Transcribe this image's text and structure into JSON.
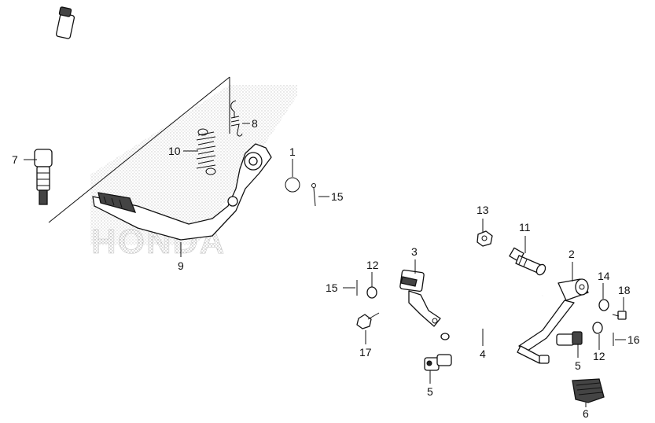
{
  "watermark": {
    "text": "HONDA"
  },
  "callouts": [
    {
      "id": "1",
      "label": "1"
    },
    {
      "id": "2",
      "label": "2"
    },
    {
      "id": "3",
      "label": "3"
    },
    {
      "id": "4",
      "label": "4"
    },
    {
      "id": "5a",
      "label": "5"
    },
    {
      "id": "5b",
      "label": "5"
    },
    {
      "id": "6",
      "label": "6"
    },
    {
      "id": "7",
      "label": "7"
    },
    {
      "id": "8",
      "label": "8"
    },
    {
      "id": "9",
      "label": "9"
    },
    {
      "id": "10",
      "label": "10"
    },
    {
      "id": "11",
      "label": "11"
    },
    {
      "id": "12a",
      "label": "12"
    },
    {
      "id": "12b",
      "label": "12"
    },
    {
      "id": "13",
      "label": "13"
    },
    {
      "id": "14",
      "label": "14"
    },
    {
      "id": "15a",
      "label": "15"
    },
    {
      "id": "15b",
      "label": "15"
    },
    {
      "id": "16",
      "label": "16"
    },
    {
      "id": "17",
      "label": "17"
    },
    {
      "id": "18",
      "label": "18"
    }
  ]
}
